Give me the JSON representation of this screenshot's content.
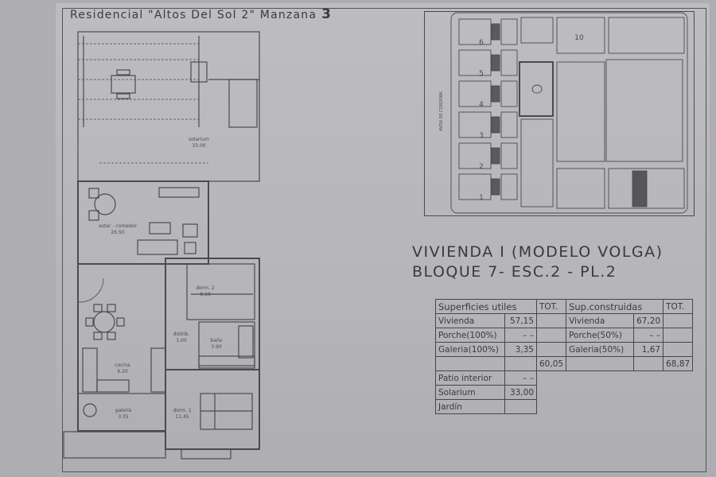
{
  "title": {
    "text": "Residencial \"Altos Del Sol 2\" Manzana",
    "manzana": "3"
  },
  "site_plan": {
    "street_label": "AVDA DE CORDOBA",
    "block_numbers": [
      "1",
      "2",
      "3",
      "4",
      "5",
      "6",
      "10"
    ]
  },
  "heading": {
    "line1": "VIVIENDA I (MODELO VOLGA)",
    "line2": "BLOQUE 7- ESC.2 - PL.2"
  },
  "rooms": [
    {
      "name": "solarium",
      "area": "33.00"
    },
    {
      "name": "estar - comedor",
      "area": "26.50"
    },
    {
      "name": "dorm. 2",
      "area": "8.10"
    },
    {
      "name": "distrib.",
      "area": "1.00"
    },
    {
      "name": "baño",
      "area": "3.90"
    },
    {
      "name": "cocina",
      "area": "6.20"
    },
    {
      "name": "galería",
      "area": "3.35"
    },
    {
      "name": "dorm. 1",
      "area": "11.45"
    }
  ],
  "table": {
    "header": [
      "Superficies utiles",
      "TOT.",
      "Sup.construidas",
      "TOT."
    ],
    "rows": [
      [
        "Vivienda",
        "57,15",
        "",
        "Vivienda",
        "67,20",
        ""
      ],
      [
        "Porche(100%)",
        "– –",
        "",
        "Porche(50%)",
        "– –",
        ""
      ],
      [
        "Galeria(100%)",
        "3,35",
        "",
        "Galeria(50%)",
        "1,67",
        ""
      ],
      [
        "",
        "",
        "60,05",
        "",
        "",
        "68,87"
      ]
    ],
    "extra_rows": [
      [
        "Patio interior",
        "– –"
      ],
      [
        "Solarium",
        "33,00"
      ],
      [
        "Jardín",
        ""
      ]
    ]
  }
}
